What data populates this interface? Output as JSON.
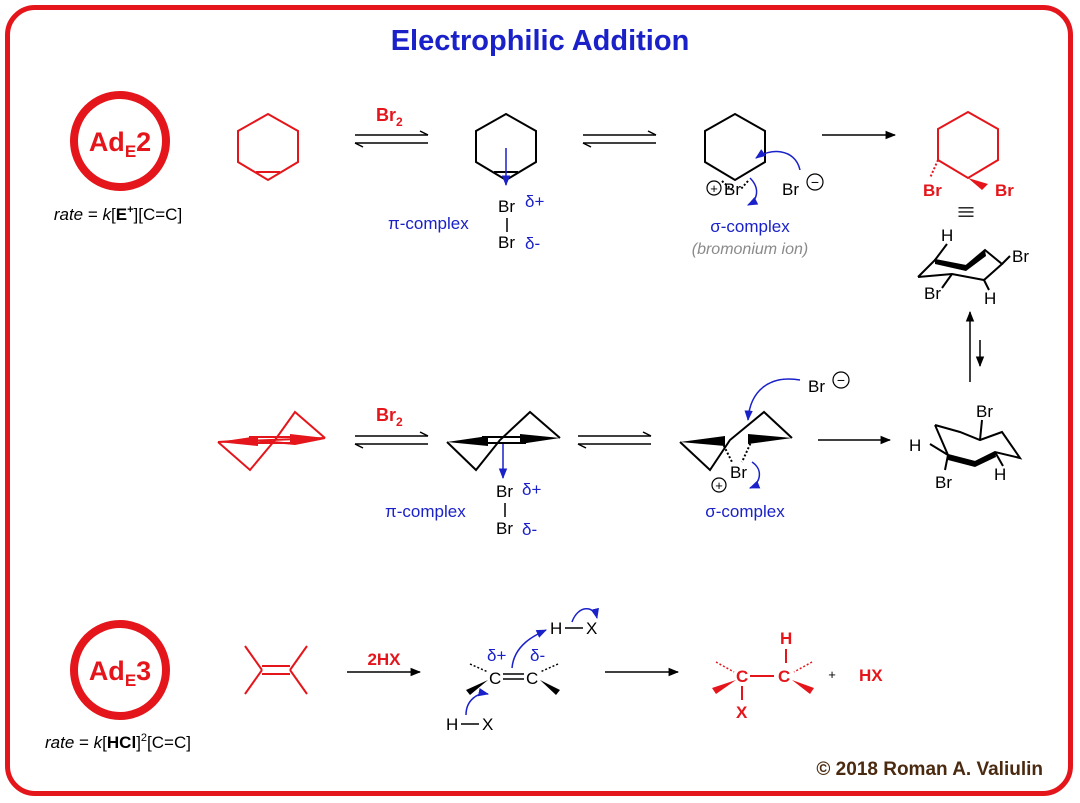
{
  "title": "Electrophilic Addition",
  "colors": {
    "accent": "#e4161b",
    "blue": "#1a21c8",
    "title": "#1a21c8",
    "gray": "#8a8a8a"
  },
  "ade2": {
    "badge_main": "Ad",
    "badge_sub": "E",
    "badge_num": "2",
    "rate_prefix": "rate",
    "rate_eq": " = ",
    "rate_k": "k",
    "rate_e_open": "[",
    "rate_e": "E",
    "rate_e_sup": "+",
    "rate_rest": "][C=C]",
    "reagent_main": "Br",
    "reagent_sub": "2",
    "pi_label": "π-complex",
    "br_top": "Br",
    "delta_plus": "δ+",
    "br_bottom": "Br",
    "delta_minus": "δ-",
    "sigma_label": "σ-complex",
    "bromonium_label": "(bromonium ion)",
    "plus_sign": "+",
    "bromonium_br": "Br",
    "bromide_br": "Br",
    "minus_sign": "−",
    "product_br_left": "Br",
    "product_br_right": "Br",
    "equiv_sign": "|||",
    "chair_h_top": "H",
    "chair_br_right": "Br",
    "chair_br_left": "Br",
    "chair_h_bottom": "H"
  },
  "row2": {
    "reagent_main": "Br",
    "reagent_sub": "2",
    "pi_label": "π-complex",
    "br_top": "Br",
    "delta_plus": "δ+",
    "br_bottom": "Br",
    "delta_minus": "δ-",
    "sigma_label": "σ-complex",
    "bromide_br": "Br",
    "minus_sign": "−",
    "bromonium_br": "Br",
    "plus_sign": "+",
    "chair_br_top": "Br",
    "chair_h_left": "H",
    "chair_br_bottom": "Br",
    "chair_h_right": "H"
  },
  "ade3": {
    "badge_main": "Ad",
    "badge_sub": "E",
    "badge_num": "3",
    "rate_prefix": "rate",
    "rate_eq": " = ",
    "rate_k": "k",
    "rate_hcl_open": "[",
    "rate_hcl": "HCl",
    "rate_hcl_close": "]",
    "rate_sup": "2",
    "rate_rest": "[C=C]",
    "reagent": "2HX",
    "delta_plus": "δ+",
    "delta_minus": "δ-",
    "c_left": "C",
    "c_right": "C",
    "hx_top_h": "H",
    "hx_top_x": "X",
    "hx_bottom_h": "H",
    "hx_bottom_x": "X",
    "prod_h": "H",
    "prod_c_left": "C",
    "prod_c_right": "C",
    "prod_x": "X",
    "plus": "+",
    "byproduct": "HX"
  },
  "copyright": "© 2018 Roman A. Valiulin"
}
